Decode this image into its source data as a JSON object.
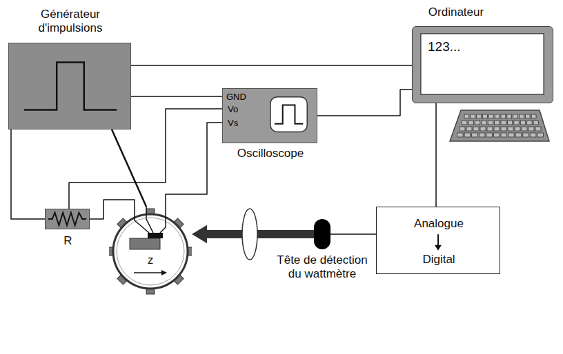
{
  "diagram": {
    "nodes": [
      {
        "text": [
          "Générateur d'impulsions"
        ]
      },
      {
        "text": [
          "Oscilloscope"
        ]
      },
      {
        "text": [
          "Ordinateur",
          "123..."
        ]
      },
      {
        "text": [
          "R"
        ]
      },
      {
        "text": [
          "Analogue",
          "Digital"
        ]
      },
      {
        "text": [
          "Tête de détection du wattmètre"
        ]
      },
      {
        "text": [
          "z"
        ]
      }
    ],
    "edges": [
      {
        "from": 0,
        "to": 2,
        "arrow": "none"
      },
      {
        "from": 1,
        "to": 2,
        "arrow": "none"
      },
      {
        "from": 4,
        "to": 2,
        "arrow": "none"
      },
      {
        "from": 0,
        "to": 3,
        "arrow": "none"
      },
      {
        "from": 3,
        "to": 6,
        "arrow": "none"
      },
      {
        "from": 0,
        "to": 6,
        "arrow": "none"
      },
      {
        "from": 1,
        "to": 0,
        "arrow": "none"
      },
      {
        "from": 1,
        "to": 3,
        "arrow": "none"
      },
      {
        "from": 1,
        "to": 6,
        "arrow": "none"
      },
      {
        "from": 5,
        "to": 4,
        "arrow": "none"
      },
      {
        "from": 5,
        "to": 6,
        "arrow": "to"
      }
    ],
    "labels": [
      "GND",
      "Vo",
      "Vs"
    ]
  }
}
